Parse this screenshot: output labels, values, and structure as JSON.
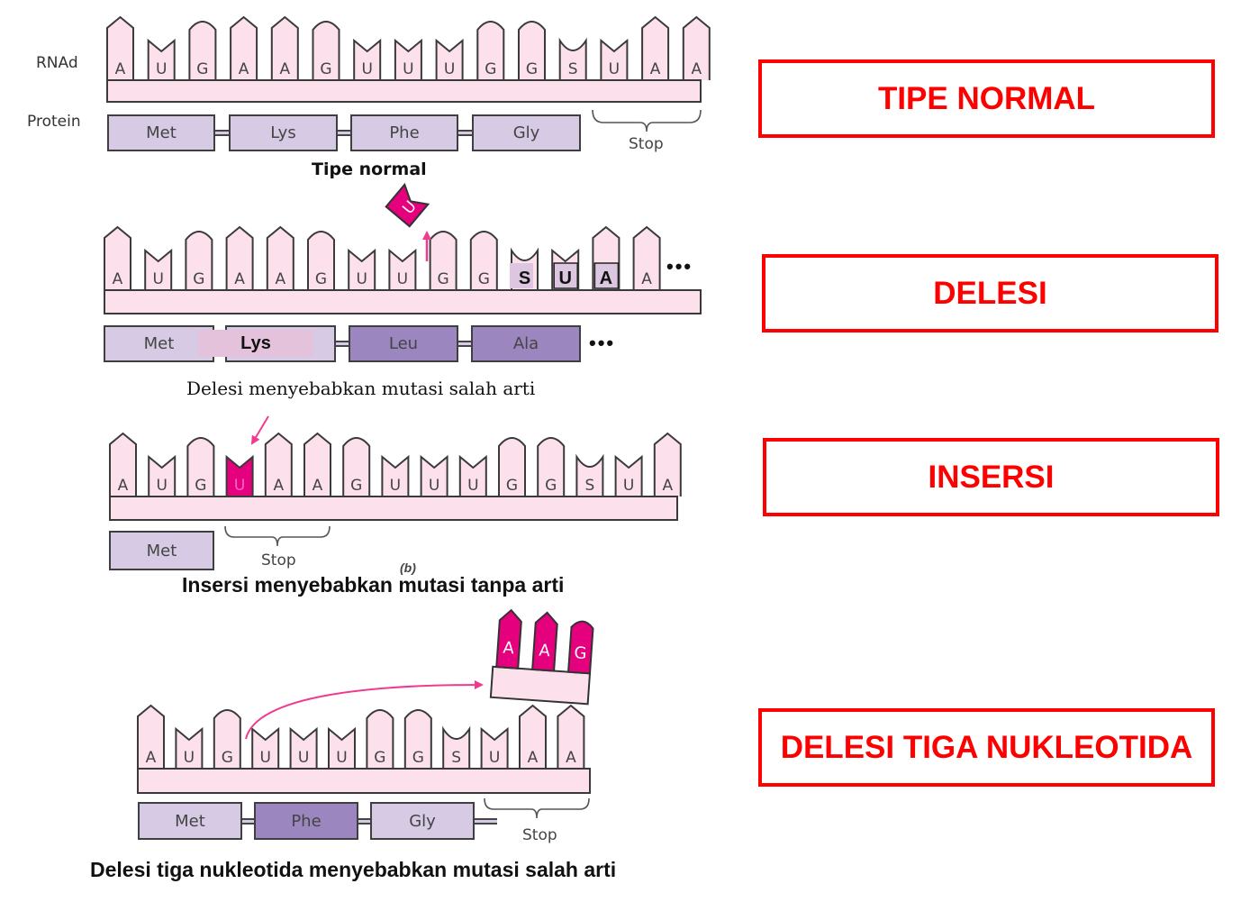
{
  "labels": {
    "rnad": "RNAd",
    "protein": "Protein",
    "stop": "Stop",
    "ellipsis": "•••",
    "panel_letter": "(b)"
  },
  "colors": {
    "nucleotide_fill": "#fce1ec",
    "nucleotide_stroke": "#3a3a3a",
    "highlight_magenta": "#e5007e",
    "protein_light": "#d6cae4",
    "protein_dark": "#9c86bf",
    "label_red": "#ff0000",
    "arrow_pink": "#ee3b8f"
  },
  "panels": [
    {
      "id": "normal",
      "caption": "Tipe normal",
      "side_label": "TIPE NORMAL",
      "sequence": [
        "A",
        "U",
        "G",
        "A",
        "A",
        "G",
        "U",
        "U",
        "U",
        "G",
        "G",
        "S",
        "U",
        "A",
        "A"
      ],
      "proteins": [
        {
          "name": "Met",
          "shade": "light"
        },
        {
          "name": "Lys",
          "shade": "light"
        },
        {
          "name": "Phe",
          "shade": "light"
        },
        {
          "name": "Gly",
          "shade": "light"
        }
      ],
      "stop_label": "Stop"
    },
    {
      "id": "delesi",
      "caption": "Delesi menyebabkan mutasi salah arti",
      "side_label": "DELESI",
      "removed_base": "U",
      "sequence": [
        "A",
        "U",
        "G",
        "A",
        "A",
        "G",
        "U",
        "U",
        "G",
        "G",
        "S",
        "U",
        "A",
        "A"
      ],
      "boxed_bases": [
        "S",
        "U",
        "A"
      ],
      "proteins": [
        {
          "name": "Met",
          "shade": "light"
        },
        {
          "name": "Lys",
          "shade": "light"
        },
        {
          "name": "Leu",
          "shade": "dark"
        },
        {
          "name": "Ala",
          "shade": "dark"
        }
      ],
      "trailing": "•••"
    },
    {
      "id": "insersi",
      "caption": "Insersi menyebabkan mutasi tanpa arti",
      "side_label": "INSERSI",
      "inserted_base": "U",
      "sequence": [
        "A",
        "U",
        "G",
        "U",
        "A",
        "A",
        "G",
        "U",
        "U",
        "U",
        "G",
        "G",
        "S",
        "U",
        "A"
      ],
      "proteins": [
        {
          "name": "Met",
          "shade": "light"
        }
      ],
      "stop_label": "Stop"
    },
    {
      "id": "delesi-tiga",
      "caption": "Delesi tiga nukleotida menyebabkan mutasi salah arti",
      "side_label": "DELESI TIGA NUKLEOTIDA",
      "removed_bases": [
        "A",
        "A",
        "G"
      ],
      "sequence": [
        "A",
        "U",
        "G",
        "U",
        "U",
        "U",
        "G",
        "G",
        "S",
        "U",
        "A",
        "A"
      ],
      "proteins": [
        {
          "name": "Met",
          "shade": "light"
        },
        {
          "name": "Phe",
          "shade": "dark"
        },
        {
          "name": "Gly",
          "shade": "light"
        }
      ],
      "stop_label": "Stop"
    }
  ]
}
